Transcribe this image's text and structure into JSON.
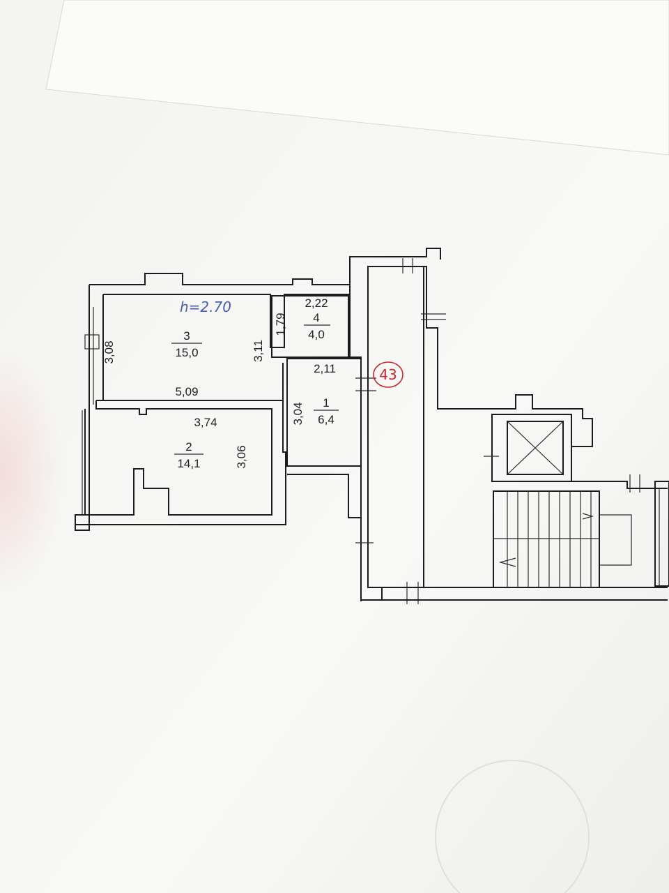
{
  "plan": {
    "ceiling_height": "h=2.70",
    "apartment_number": "43",
    "rooms": [
      {
        "id": "3",
        "area": "15,0",
        "width": "5,09",
        "left_height": "3,08",
        "right_height": "3,11"
      },
      {
        "id": "4",
        "area": "4,0",
        "width": "2,22",
        "height": "1,79"
      },
      {
        "id": "1",
        "area": "6,4",
        "width": "2,11",
        "height": "3,04"
      },
      {
        "id": "2",
        "area": "14,1",
        "width": "3,74",
        "height": "3,06"
      }
    ]
  },
  "colors": {
    "paper": "#f7f7f5",
    "background": "#e9e7e6",
    "line": "#1c1c1c",
    "handwriting": "#4a5ea6",
    "apartment_mark": "#c8252c"
  }
}
